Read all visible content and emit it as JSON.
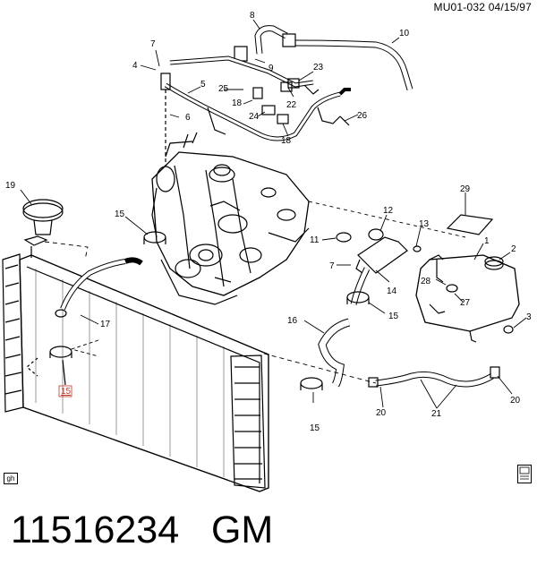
{
  "header": {
    "code": "MU01-032",
    "date": "04/15/97"
  },
  "footer": {
    "part_number": "11516234",
    "brand": "GM"
  },
  "corner_tags": {
    "left": "gh"
  },
  "callouts": [
    {
      "id": "c8",
      "label": "8"
    },
    {
      "id": "c10",
      "label": "10"
    },
    {
      "id": "c7a",
      "label": "7"
    },
    {
      "id": "c9",
      "label": "9"
    },
    {
      "id": "c4",
      "label": "4"
    },
    {
      "id": "c23",
      "label": "23"
    },
    {
      "id": "c5",
      "label": "5"
    },
    {
      "id": "c25",
      "label": "25"
    },
    {
      "id": "c22",
      "label": "22"
    },
    {
      "id": "c18a",
      "label": "18"
    },
    {
      "id": "c24",
      "label": "24"
    },
    {
      "id": "c6",
      "label": "6"
    },
    {
      "id": "c26",
      "label": "26"
    },
    {
      "id": "c18b",
      "label": "18"
    },
    {
      "id": "c19",
      "label": "19"
    },
    {
      "id": "c29",
      "label": "29"
    },
    {
      "id": "c15a",
      "label": "15"
    },
    {
      "id": "c12",
      "label": "12"
    },
    {
      "id": "c13",
      "label": "13"
    },
    {
      "id": "c11",
      "label": "11"
    },
    {
      "id": "c1",
      "label": "1"
    },
    {
      "id": "c2",
      "label": "2"
    },
    {
      "id": "c7b",
      "label": "7"
    },
    {
      "id": "c28",
      "label": "28"
    },
    {
      "id": "c14",
      "label": "14"
    },
    {
      "id": "c27",
      "label": "27"
    },
    {
      "id": "c15b",
      "label": "15"
    },
    {
      "id": "c3",
      "label": "3"
    },
    {
      "id": "c16",
      "label": "16"
    },
    {
      "id": "c17",
      "label": "17"
    },
    {
      "id": "c15c",
      "label": "15"
    },
    {
      "id": "c20a",
      "label": "20"
    },
    {
      "id": "c15d",
      "label": "15"
    },
    {
      "id": "c20b",
      "label": "20"
    },
    {
      "id": "c21",
      "label": "21"
    }
  ],
  "colors": {
    "line": "#000000",
    "highlight": "#c0392b"
  }
}
